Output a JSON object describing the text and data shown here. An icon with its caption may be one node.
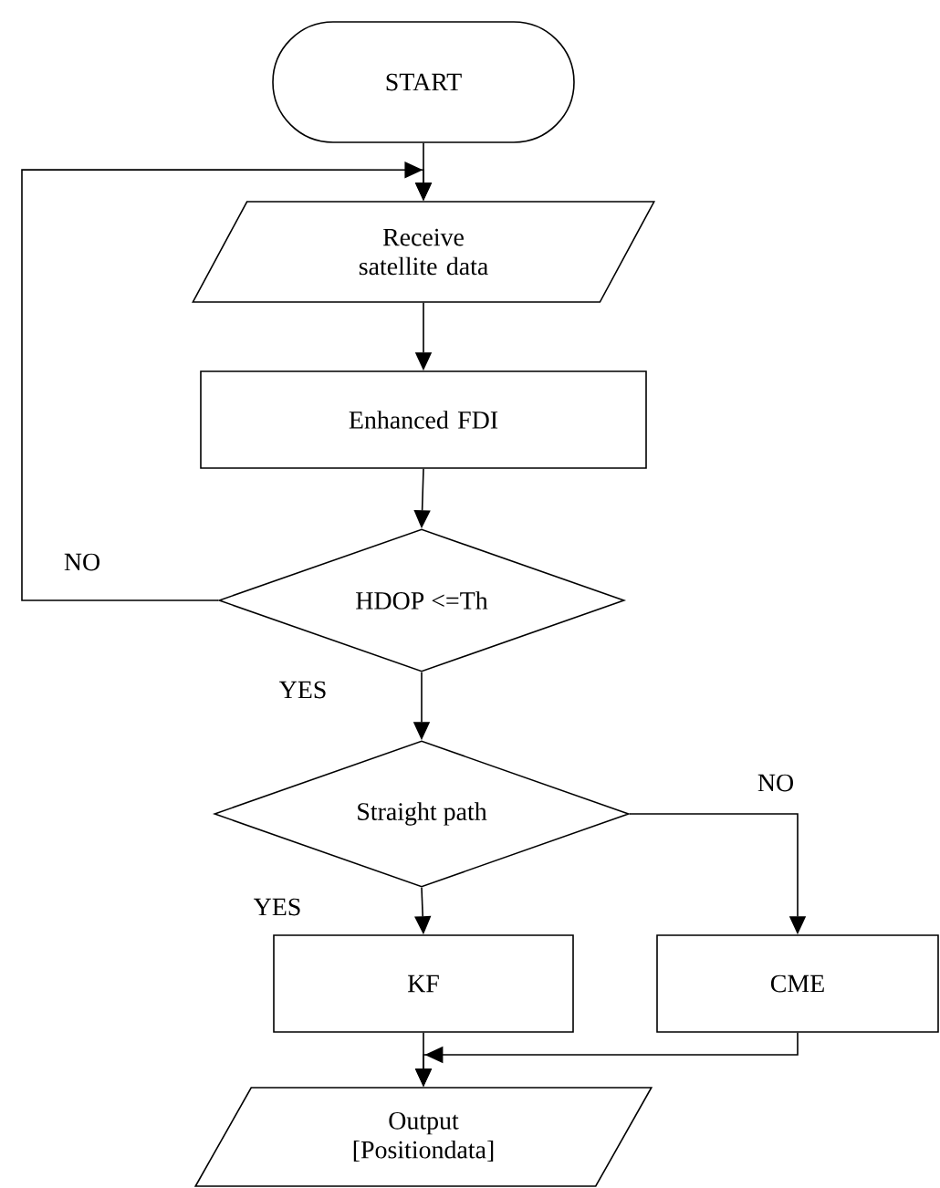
{
  "diagram": {
    "nodes": [
      {
        "text": [
          "START"
        ]
      },
      {
        "text": [
          "Receive satellite data"
        ]
      },
      {
        "text": [
          "Enhanced FDI"
        ]
      },
      {
        "text": [
          "HDOP <=Th"
        ]
      },
      {
        "text": [
          "Straight path"
        ]
      },
      {
        "text": [
          "KF"
        ]
      },
      {
        "text": [
          "CME"
        ]
      },
      {
        "text": [
          "Output [Positiondata]"
        ]
      }
    ],
    "edges": [
      {
        "from": 0,
        "to": 1,
        "arrow": "to"
      },
      {
        "from": 1,
        "to": 2,
        "arrow": "to"
      },
      {
        "from": 2,
        "to": 3,
        "arrow": "to"
      },
      {
        "from": 3,
        "to": 1,
        "arrow": "to",
        "label": "NO"
      },
      {
        "from": 3,
        "to": 4,
        "arrow": "to",
        "label": "YES"
      },
      {
        "from": 4,
        "to": 5,
        "arrow": "to",
        "label": "YES"
      },
      {
        "from": 4,
        "to": 6,
        "arrow": "to",
        "label": "NO"
      },
      {
        "from": 5,
        "to": 7,
        "arrow": "to"
      },
      {
        "from": 6,
        "to": 7,
        "arrow": "to"
      }
    ]
  }
}
